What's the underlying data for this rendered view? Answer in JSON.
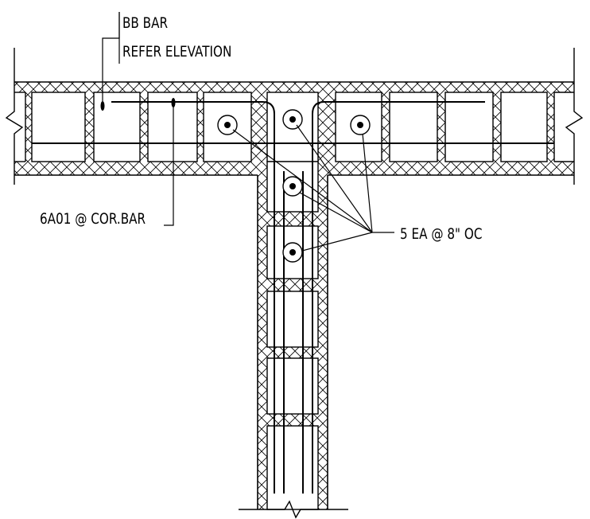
{
  "labels": {
    "bb_bar": "BB BAR",
    "refer_elevation": "REFER ELEVATION",
    "corner_bar": "6A01 @ COR.BAR",
    "vertical_bars": "5 EA @ 8\" OC"
  },
  "colors": {
    "line": "#000000",
    "background": "#ffffff"
  }
}
